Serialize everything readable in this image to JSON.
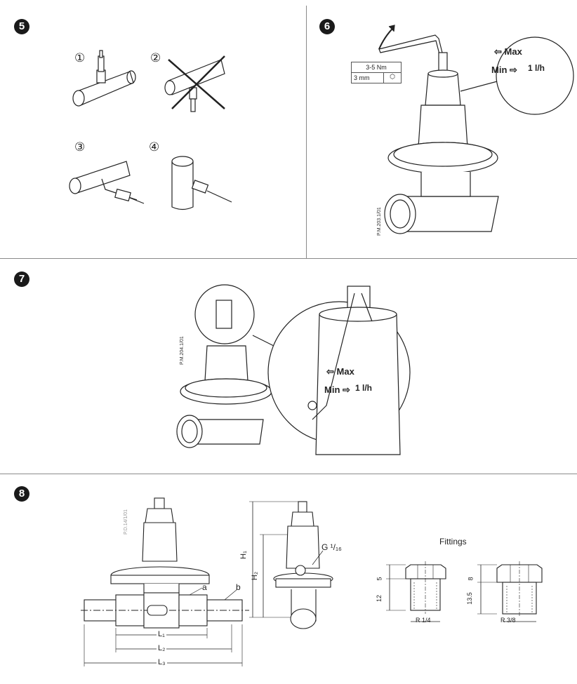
{
  "steps": {
    "s5": {
      "badge": "5",
      "options": [
        "①",
        "②",
        "③",
        "④"
      ]
    },
    "s6": {
      "badge": "6",
      "torque": "3-5 Nm",
      "key": "3 mm",
      "dial_max": "Max",
      "dial_min": "Min",
      "dial_flow": "1 l/h",
      "ref": "P.M.203.1/01"
    },
    "s7": {
      "badge": "7",
      "dial_max": "Max",
      "dial_min": "Min",
      "dial_flow": "1 l/h",
      "ref": "P.M.204.1/01"
    },
    "s8": {
      "badge": "8",
      "ref": "P.D.14/1/01",
      "label_a": "a",
      "label_b": "b",
      "L1": "L₁",
      "L2": "L₂",
      "L3": "L₃",
      "H1": "H₁",
      "H2": "H₂",
      "thread": "G ¹/₁₆",
      "fittings_title": "Fittings",
      "fitting1": {
        "top": "5",
        "bottom": "12",
        "thread": "R 1/4"
      },
      "fitting2": {
        "top": "8",
        "bottom": "13.5",
        "thread": "R 3/8"
      }
    }
  }
}
